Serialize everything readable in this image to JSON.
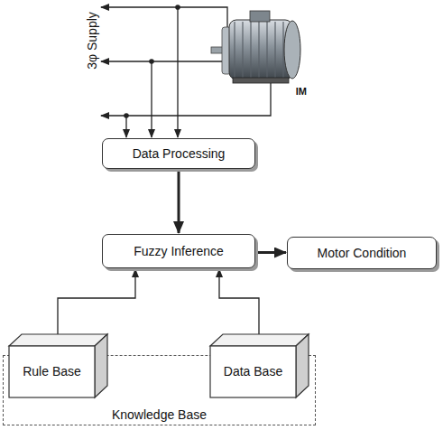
{
  "diagram": {
    "nodes": [
      {
        "text": [
          "IM"
        ]
      },
      {
        "text": [
          "Data Processing"
        ]
      },
      {
        "text": [
          "Fuzzy Inference"
        ]
      },
      {
        "text": [
          "Motor Condition"
        ]
      },
      {
        "text": [
          "Knowledge Base"
        ]
      },
      {
        "text": [
          "Rule Base"
        ],
        "in": 4
      },
      {
        "text": [
          "Data Base"
        ],
        "in": 4
      }
    ],
    "edges": [
      {
        "from": 0,
        "to": 1,
        "arrow": "to"
      },
      {
        "from": 1,
        "to": 2,
        "arrow": "to"
      },
      {
        "from": 2,
        "to": 3,
        "arrow": "to"
      },
      {
        "from": 5,
        "to": 2,
        "arrow": "to"
      },
      {
        "from": 6,
        "to": 2,
        "arrow": "to"
      }
    ],
    "labels": [
      "3φ Supply"
    ]
  }
}
